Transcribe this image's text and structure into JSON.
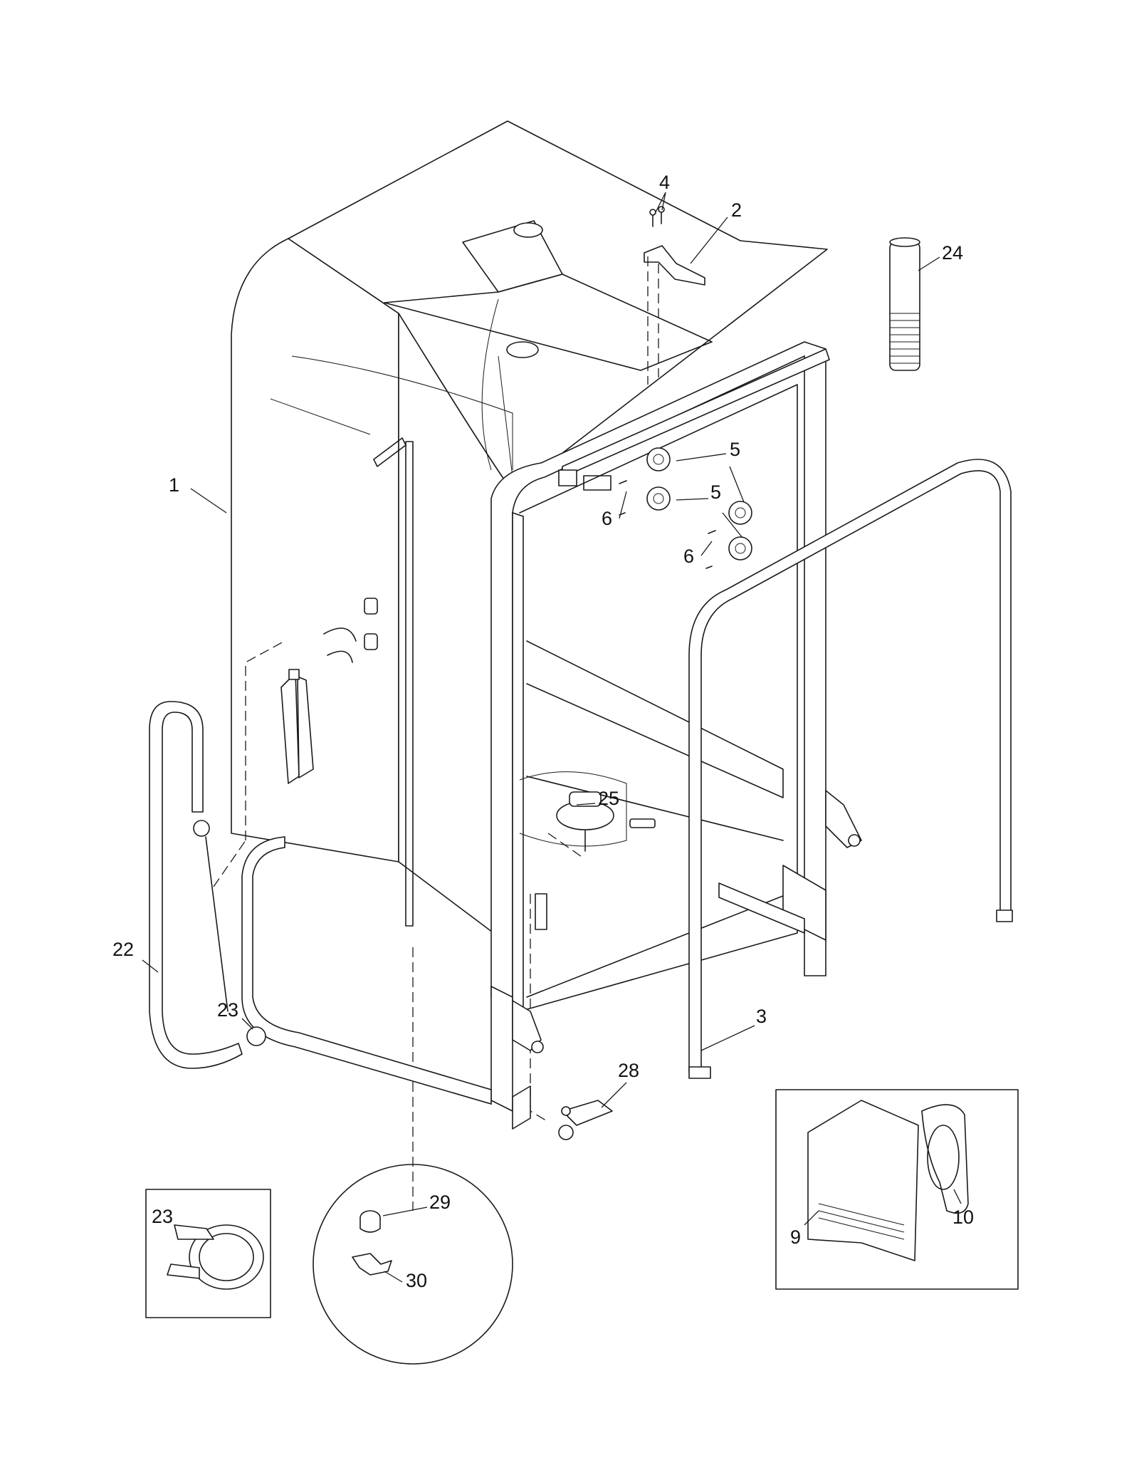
{
  "callouts": [
    {
      "id": "c1",
      "label": "1"
    },
    {
      "id": "c2",
      "label": "2"
    },
    {
      "id": "c3",
      "label": "3"
    },
    {
      "id": "c4",
      "label": "4"
    },
    {
      "id": "c5a",
      "label": "5"
    },
    {
      "id": "c5b",
      "label": "5"
    },
    {
      "id": "c6a",
      "label": "6"
    },
    {
      "id": "c6b",
      "label": "6"
    },
    {
      "id": "c9",
      "label": "9"
    },
    {
      "id": "c10",
      "label": "10"
    },
    {
      "id": "c22",
      "label": "22"
    },
    {
      "id": "c23a",
      "label": "23"
    },
    {
      "id": "c23b",
      "label": "23"
    },
    {
      "id": "c24",
      "label": "24"
    },
    {
      "id": "c25",
      "label": "25"
    },
    {
      "id": "c28",
      "label": "28"
    },
    {
      "id": "c29",
      "label": "29"
    },
    {
      "id": "c30",
      "label": "30"
    }
  ]
}
